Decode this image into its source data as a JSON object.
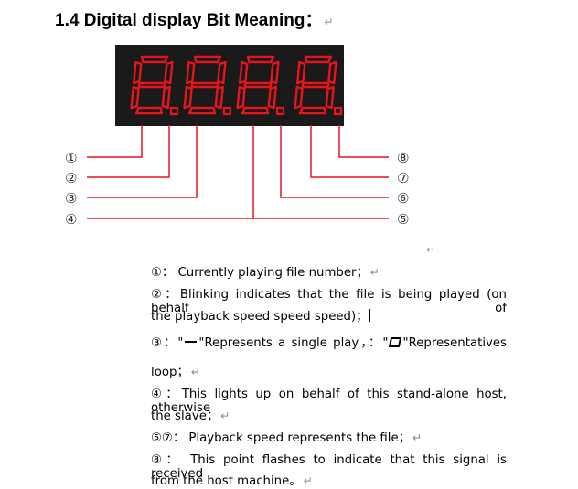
{
  "heading": {
    "title": "1.4 Digital display Bit Meaning",
    "colon": "："
  },
  "paragraph_mark": "↵",
  "callouts": [
    "①",
    "②",
    "③",
    "④",
    "⑤",
    "⑥",
    "⑦",
    "⑧"
  ],
  "lines": {
    "l1": "①：  Currently playing file number；",
    "l2": "②：Blinking indicates that the file is being played (on behalf of",
    "l3": "the playback speed speed speed)；",
    "l4a": "③：\"",
    "l4b": "\"Represents  a  single  play，：\"",
    "l4c": "\"Representatives",
    "l5": "loop；",
    "l6": "④：This lights up on behalf of this stand-alone host, otherwise",
    "l7": "the slave；",
    "l8": "⑤⑦：  Playback speed represents the file；",
    "l9": "⑧：  This point flashes to indicate that this signal is received",
    "l10": "from the host machine。"
  },
  "colors": {
    "display_bg": "#1a1a1a",
    "segment_red": "#e8141c",
    "leader_red": "#e8141c"
  },
  "icons": {
    "single_play": "dash-glyph",
    "loop": "box-glyph"
  }
}
